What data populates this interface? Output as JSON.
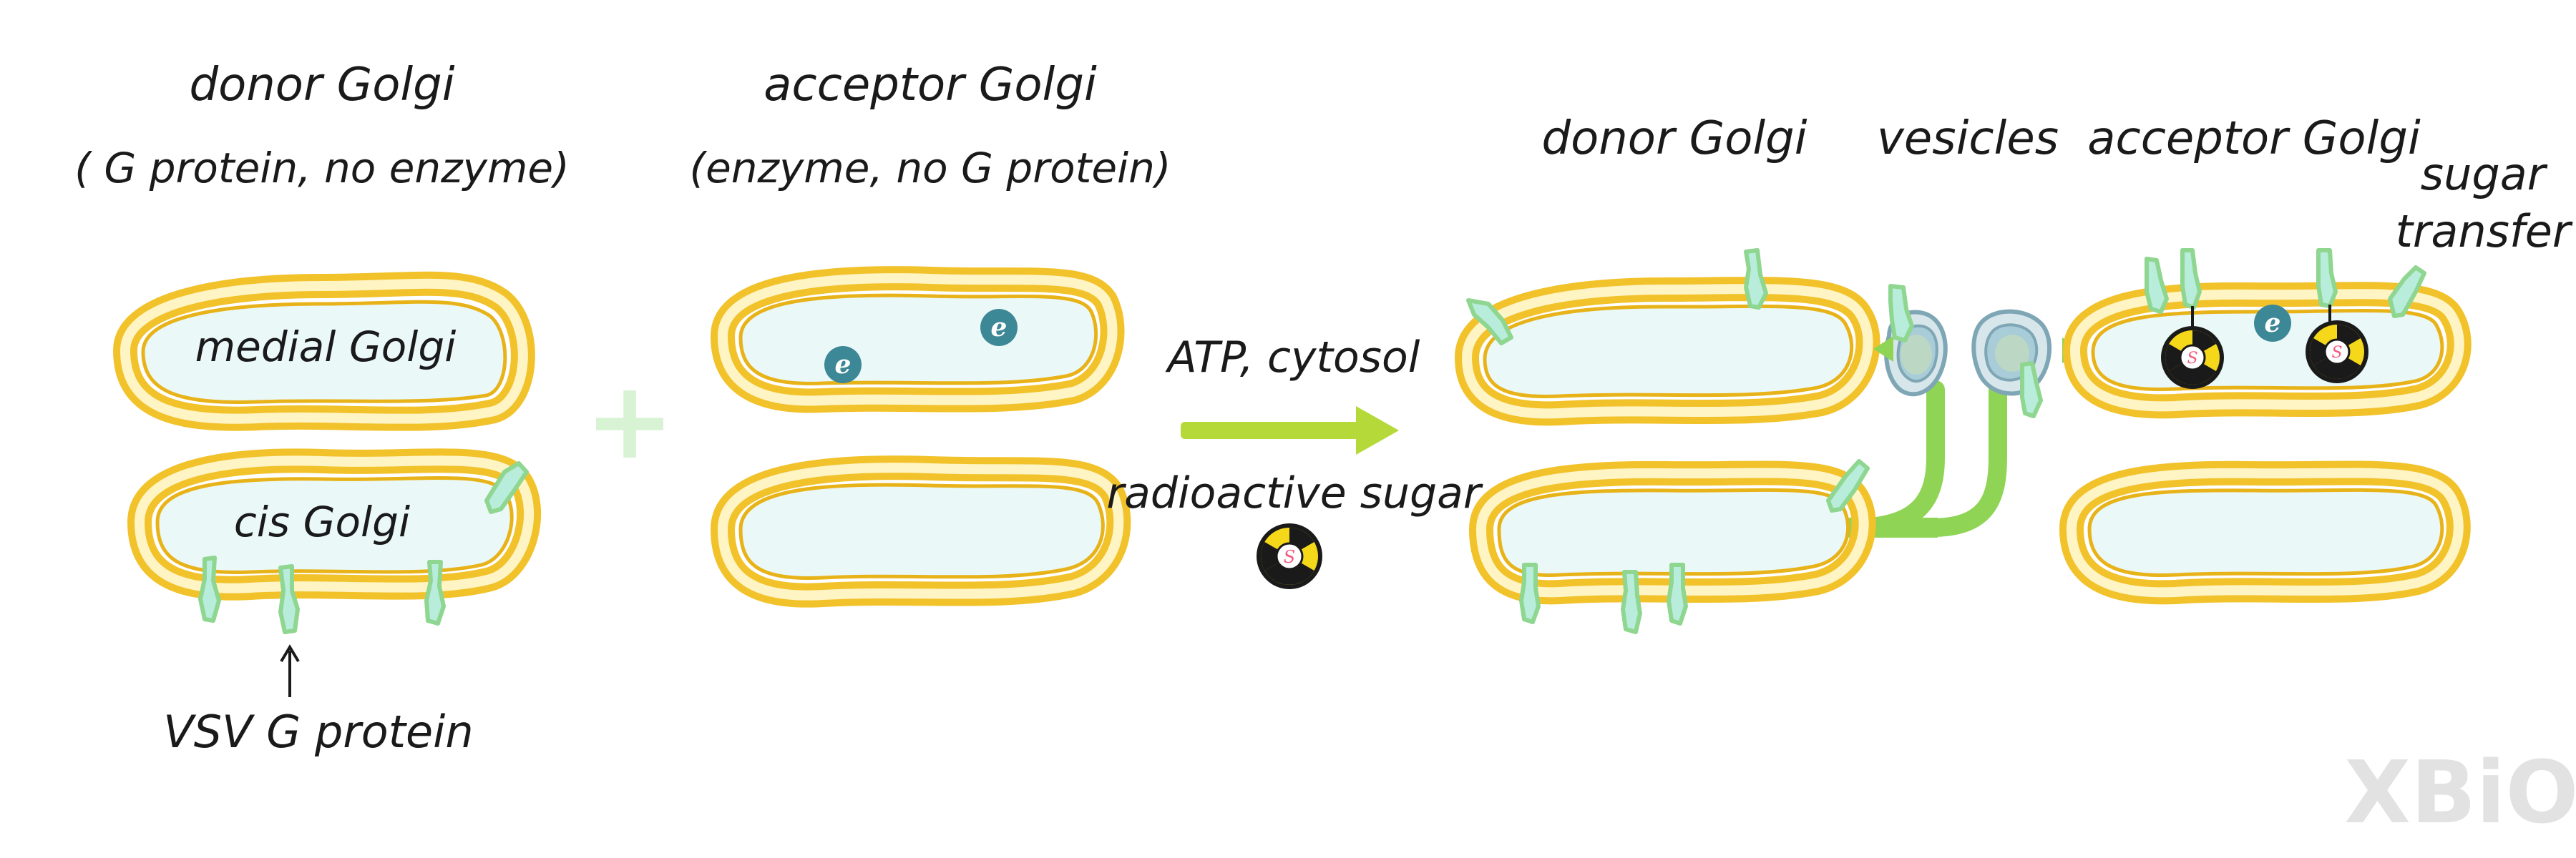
{
  "labels": {
    "donor_title": "donor Golgi",
    "donor_subtitle": "( G protein, no enzyme)",
    "acceptor_title": "acceptor Golgi",
    "acceptor_subtitle": "(enzyme, no G protein)",
    "medial_golgi": "medial Golgi",
    "cis_golgi": "cis Golgi",
    "vsv_g_protein": "VSV G protein",
    "atp_cytosol": "ATP, cytosol",
    "radioactive_sugar": "radioactive sugar",
    "result_donor": "donor Golgi",
    "vesicles": "vesicles",
    "result_acceptor": "acceptor Golgi",
    "sugar_transfer_line1": "sugar",
    "sugar_transfer_line2": "transfer",
    "enzyme_symbol": "e",
    "sugar_symbol": "S",
    "plus_sign": "+",
    "watermark": "XBiO"
  },
  "colors": {
    "membrane": "#f2c22b",
    "lumen": "#eaf8f8",
    "g_protein": "#b8ecdb",
    "g_protein_outline": "#8fd690",
    "enzyme": "#3d8896",
    "arrow": "#b5d938",
    "transport_path": "#8fd455",
    "vesicle": "#a8ccd8",
    "sugar_yellow": "#f6d81a",
    "sugar_center": "#f25b7f"
  }
}
